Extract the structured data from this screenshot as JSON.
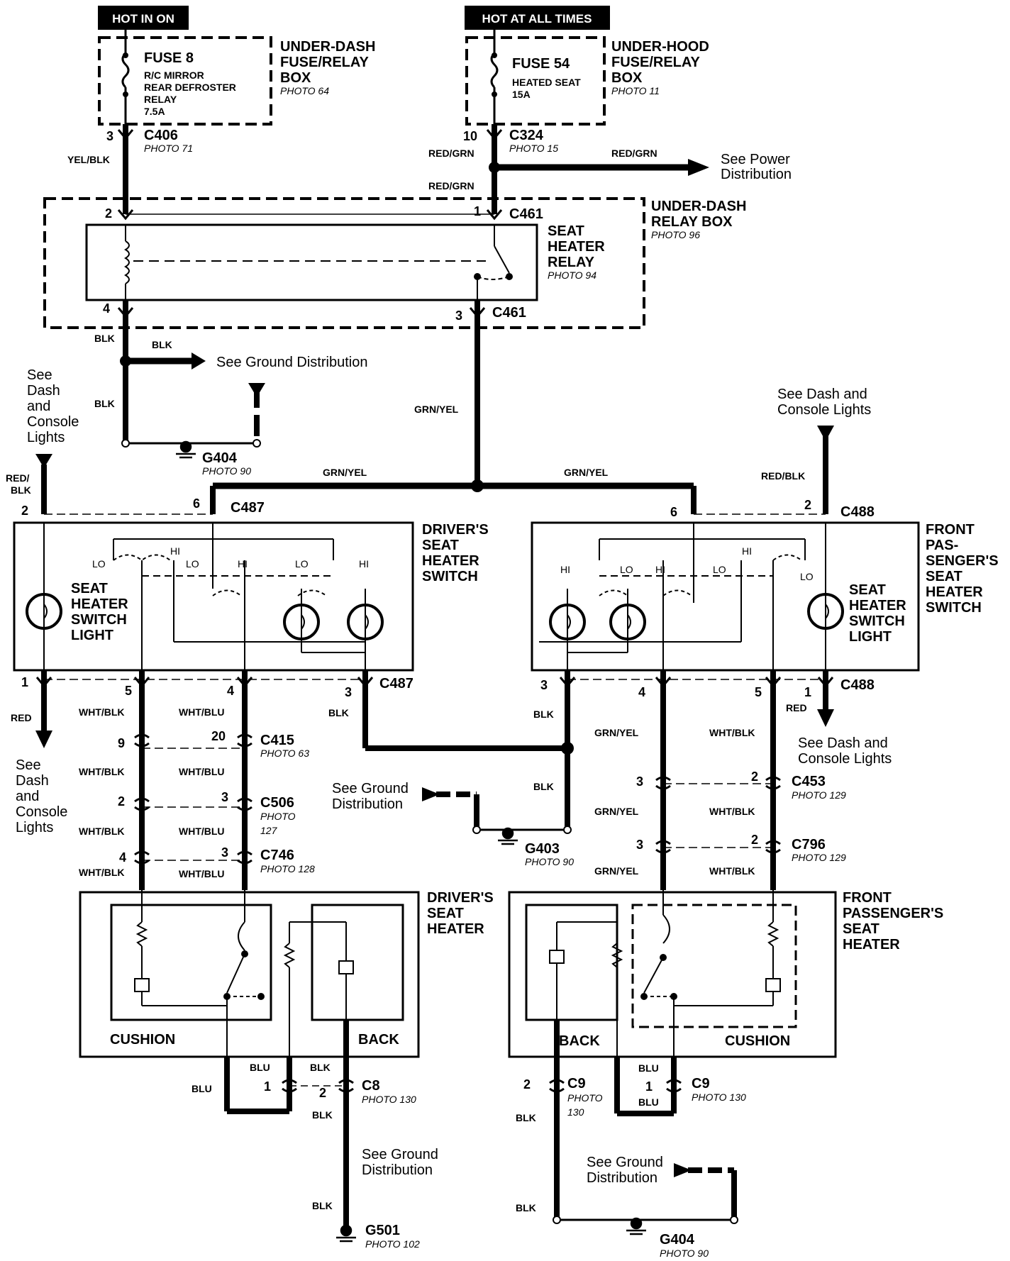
{
  "badges": {
    "hot_in_on": "HOT IN ON",
    "hot_at_all_times": "HOT AT ALL TIMES"
  },
  "underdash_fuse_box": {
    "fuse": "FUSE 8",
    "desc1": "R/C MIRROR",
    "desc2": "REAR DEFROSTER",
    "desc3": "RELAY",
    "rating": "7.5A",
    "name1": "UNDER-DASH",
    "name2": "FUSE/RELAY",
    "name3": "BOX",
    "photo": "PHOTO 64"
  },
  "underhood_fuse_box": {
    "fuse": "FUSE 54",
    "desc1": "HEATED SEAT",
    "rating": "15A",
    "name1": "UNDER-HOOD",
    "name2": "FUSE/RELAY",
    "name3": "BOX",
    "photo": "PHOTO 11"
  },
  "connectors": {
    "c406": "C406",
    "c406_photo": "PHOTO 71",
    "c406_pin": "3",
    "c324": "C324",
    "c324_photo": "PHOTO 15",
    "c324_pin": "10",
    "c461_top": "C461",
    "c461_bottom": "C461",
    "c487_top": "C487",
    "c487_bottom": "C487",
    "c488_top": "C488",
    "c488_bottom": "C488",
    "c415": "C415",
    "c415_photo": "PHOTO 63",
    "c506": "C506",
    "c506_photo1": "PHOTO",
    "c506_photo2": "127",
    "c746": "C746",
    "c746_photo": "PHOTO 128",
    "c453": "C453",
    "c453_photo": "PHOTO 129",
    "c796": "C796",
    "c796_photo": "PHOTO 129",
    "c8": "C8",
    "c8_photo": "PHOTO 130",
    "c9a": "C9",
    "c9a_photo1": "PHOTO",
    "c9a_photo2": "130",
    "c9b": "C9",
    "c9b_photo": "PHOTO 130"
  },
  "grounds": {
    "g404a": "G404",
    "g404a_photo": "PHOTO 90",
    "g403": "G403",
    "g403_photo": "PHOTO 90",
    "g501": "G501",
    "g501_photo": "PHOTO 102",
    "g404b": "G404",
    "g404b_photo": "PHOTO 90"
  },
  "wires": {
    "yel_blk": "YEL/BLK",
    "red_grn": "RED/GRN",
    "blk": "BLK",
    "grn_yel": "GRN/YEL",
    "red_blk": "RED/BLK",
    "red_slash": "RED/",
    "blk2": "BLK",
    "red": "RED",
    "wht_blk": "WHT/BLK",
    "wht_blu": "WHT/BLU",
    "blu": "BLU"
  },
  "relay": {
    "box1": "UNDER-DASH",
    "box2": "RELAY BOX",
    "box_photo": "PHOTO 96",
    "name1": "SEAT",
    "name2": "HEATER",
    "name3": "RELAY",
    "photo": "PHOTO 94"
  },
  "refs": {
    "power1": "See Power",
    "power2": "Distribution",
    "ground": "See Ground Distribution",
    "ground1": "See Ground",
    "ground2": "Distribution",
    "dash_a": "See",
    "dash_b": "Dash",
    "dash_c": "and",
    "dash_d": "Console",
    "dash_e": "Lights",
    "dash_line1": "See Dash and",
    "dash_line2": "Console Lights"
  },
  "driver_switch": {
    "title1": "DRIVER'S",
    "title2": "SEAT",
    "title3": "HEATER",
    "title4": "SWITCH",
    "light1": "SEAT",
    "light2": "HEATER",
    "light3": "SWITCH",
    "light4": "LIGHT",
    "lo": "LO",
    "hi": "HI"
  },
  "pass_switch": {
    "title1": "FRONT",
    "title2": "PAS-",
    "title3": "SENGER'S",
    "title4": "SEAT",
    "title5": "HEATER",
    "title6": "SWITCH",
    "light1": "SEAT",
    "light2": "HEATER",
    "light3": "SWITCH",
    "light4": "LIGHT"
  },
  "driver_heater": {
    "title1": "DRIVER'S",
    "title2": "SEAT",
    "title3": "HEATER",
    "cushion": "CUSHION",
    "back": "BACK"
  },
  "pass_heater": {
    "title1": "FRONT",
    "title2": "PASSENGER'S",
    "title3": "SEAT",
    "title4": "HEATER",
    "cushion": "CUSHION",
    "back": "BACK"
  },
  "pins": {
    "p1": "1",
    "p2": "2",
    "p3": "3",
    "p4": "4",
    "p5": "5",
    "p6": "6",
    "p9": "9",
    "p20": "20"
  }
}
